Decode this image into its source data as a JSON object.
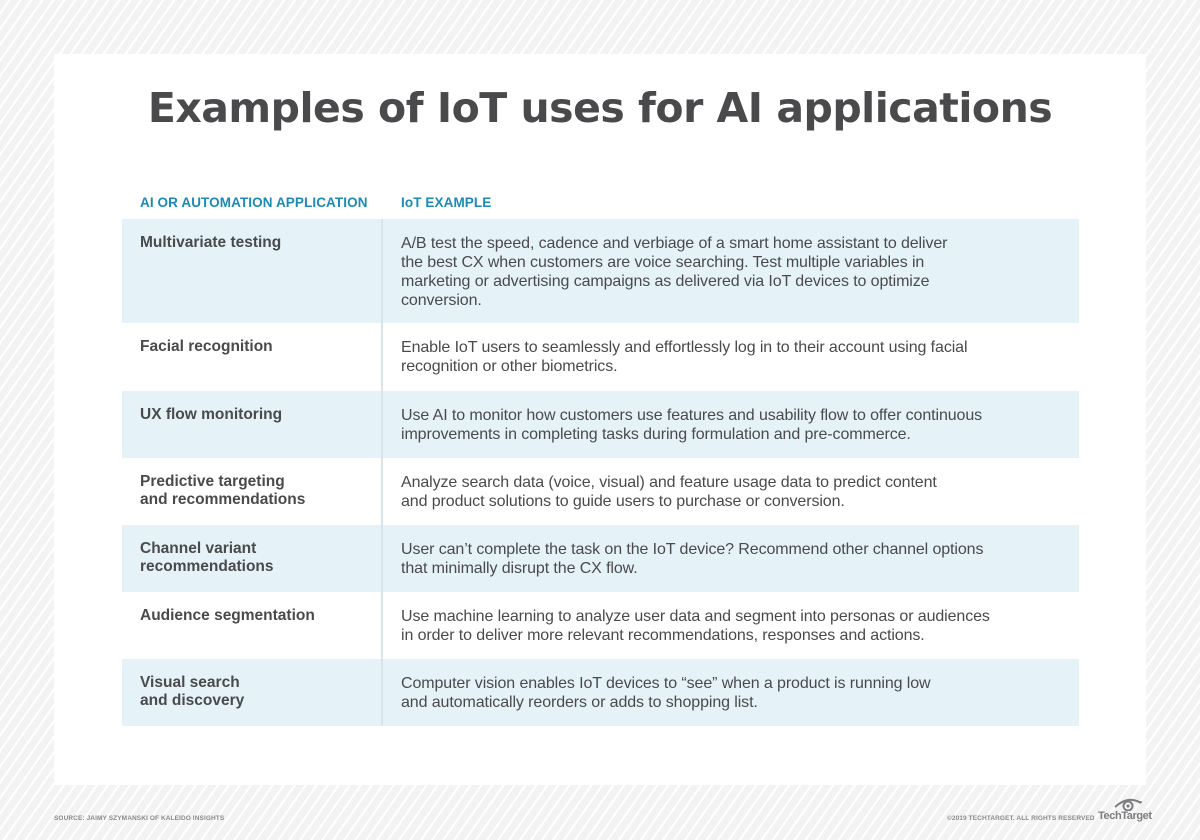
{
  "title": "Examples of IoT uses for AI applications",
  "table": {
    "headers": [
      "AI OR AUTOMATION APPLICATION",
      "IoT EXAMPLE"
    ],
    "rows": [
      {
        "application": [
          "Multivariate testing"
        ],
        "example": [
          "A/B test the speed, cadence and verbiage of a smart home assistant to deliver",
          "the best CX when customers are voice searching. Test multiple variables in",
          "marketing or advertising campaigns as delivered via IoT devices to optimize",
          "conversion."
        ]
      },
      {
        "application": [
          "Facial recognition"
        ],
        "example": [
          "Enable IoT users to seamlessly and effortlessly log in to their account using facial",
          "recognition or other biometrics."
        ]
      },
      {
        "application": [
          "UX flow monitoring"
        ],
        "example": [
          "Use AI to monitor how customers use features and usability flow to offer continuous",
          "improvements in completing tasks during formulation and pre-commerce."
        ]
      },
      {
        "application": [
          "Predictive targeting",
          "and recommendations"
        ],
        "example": [
          "Analyze search data (voice, visual) and feature usage data to predict content",
          "and product solutions to guide users to purchase or conversion."
        ]
      },
      {
        "application": [
          "Channel variant",
          "recommendations"
        ],
        "example": [
          "User can’t complete the task on the IoT device? Recommend other channel options",
          "that minimally disrupt the CX flow."
        ]
      },
      {
        "application": [
          "Audience segmentation"
        ],
        "example": [
          "Use machine learning to analyze user data and segment into personas or audiences",
          "in order to deliver more relevant recommendations, responses and actions."
        ]
      },
      {
        "application": [
          "Visual search",
          "and discovery"
        ],
        "example": [
          "Computer vision enables IoT devices to “see” when a product is running low",
          "and automatically reorders or adds to shopping list."
        ]
      }
    ]
  },
  "footer": {
    "source": "SOURCE: JAIMY SZYMANSKI OF KALEIDO INSIGHTS",
    "copyright": "©2019 TECHTARGET. ALL RIGHTS RESERVED",
    "brand": "TechTarget"
  },
  "colors": {
    "header_text": "#1b8ab6",
    "shaded_row": "#e5f3f8",
    "body_text": "#4a4a4c"
  }
}
